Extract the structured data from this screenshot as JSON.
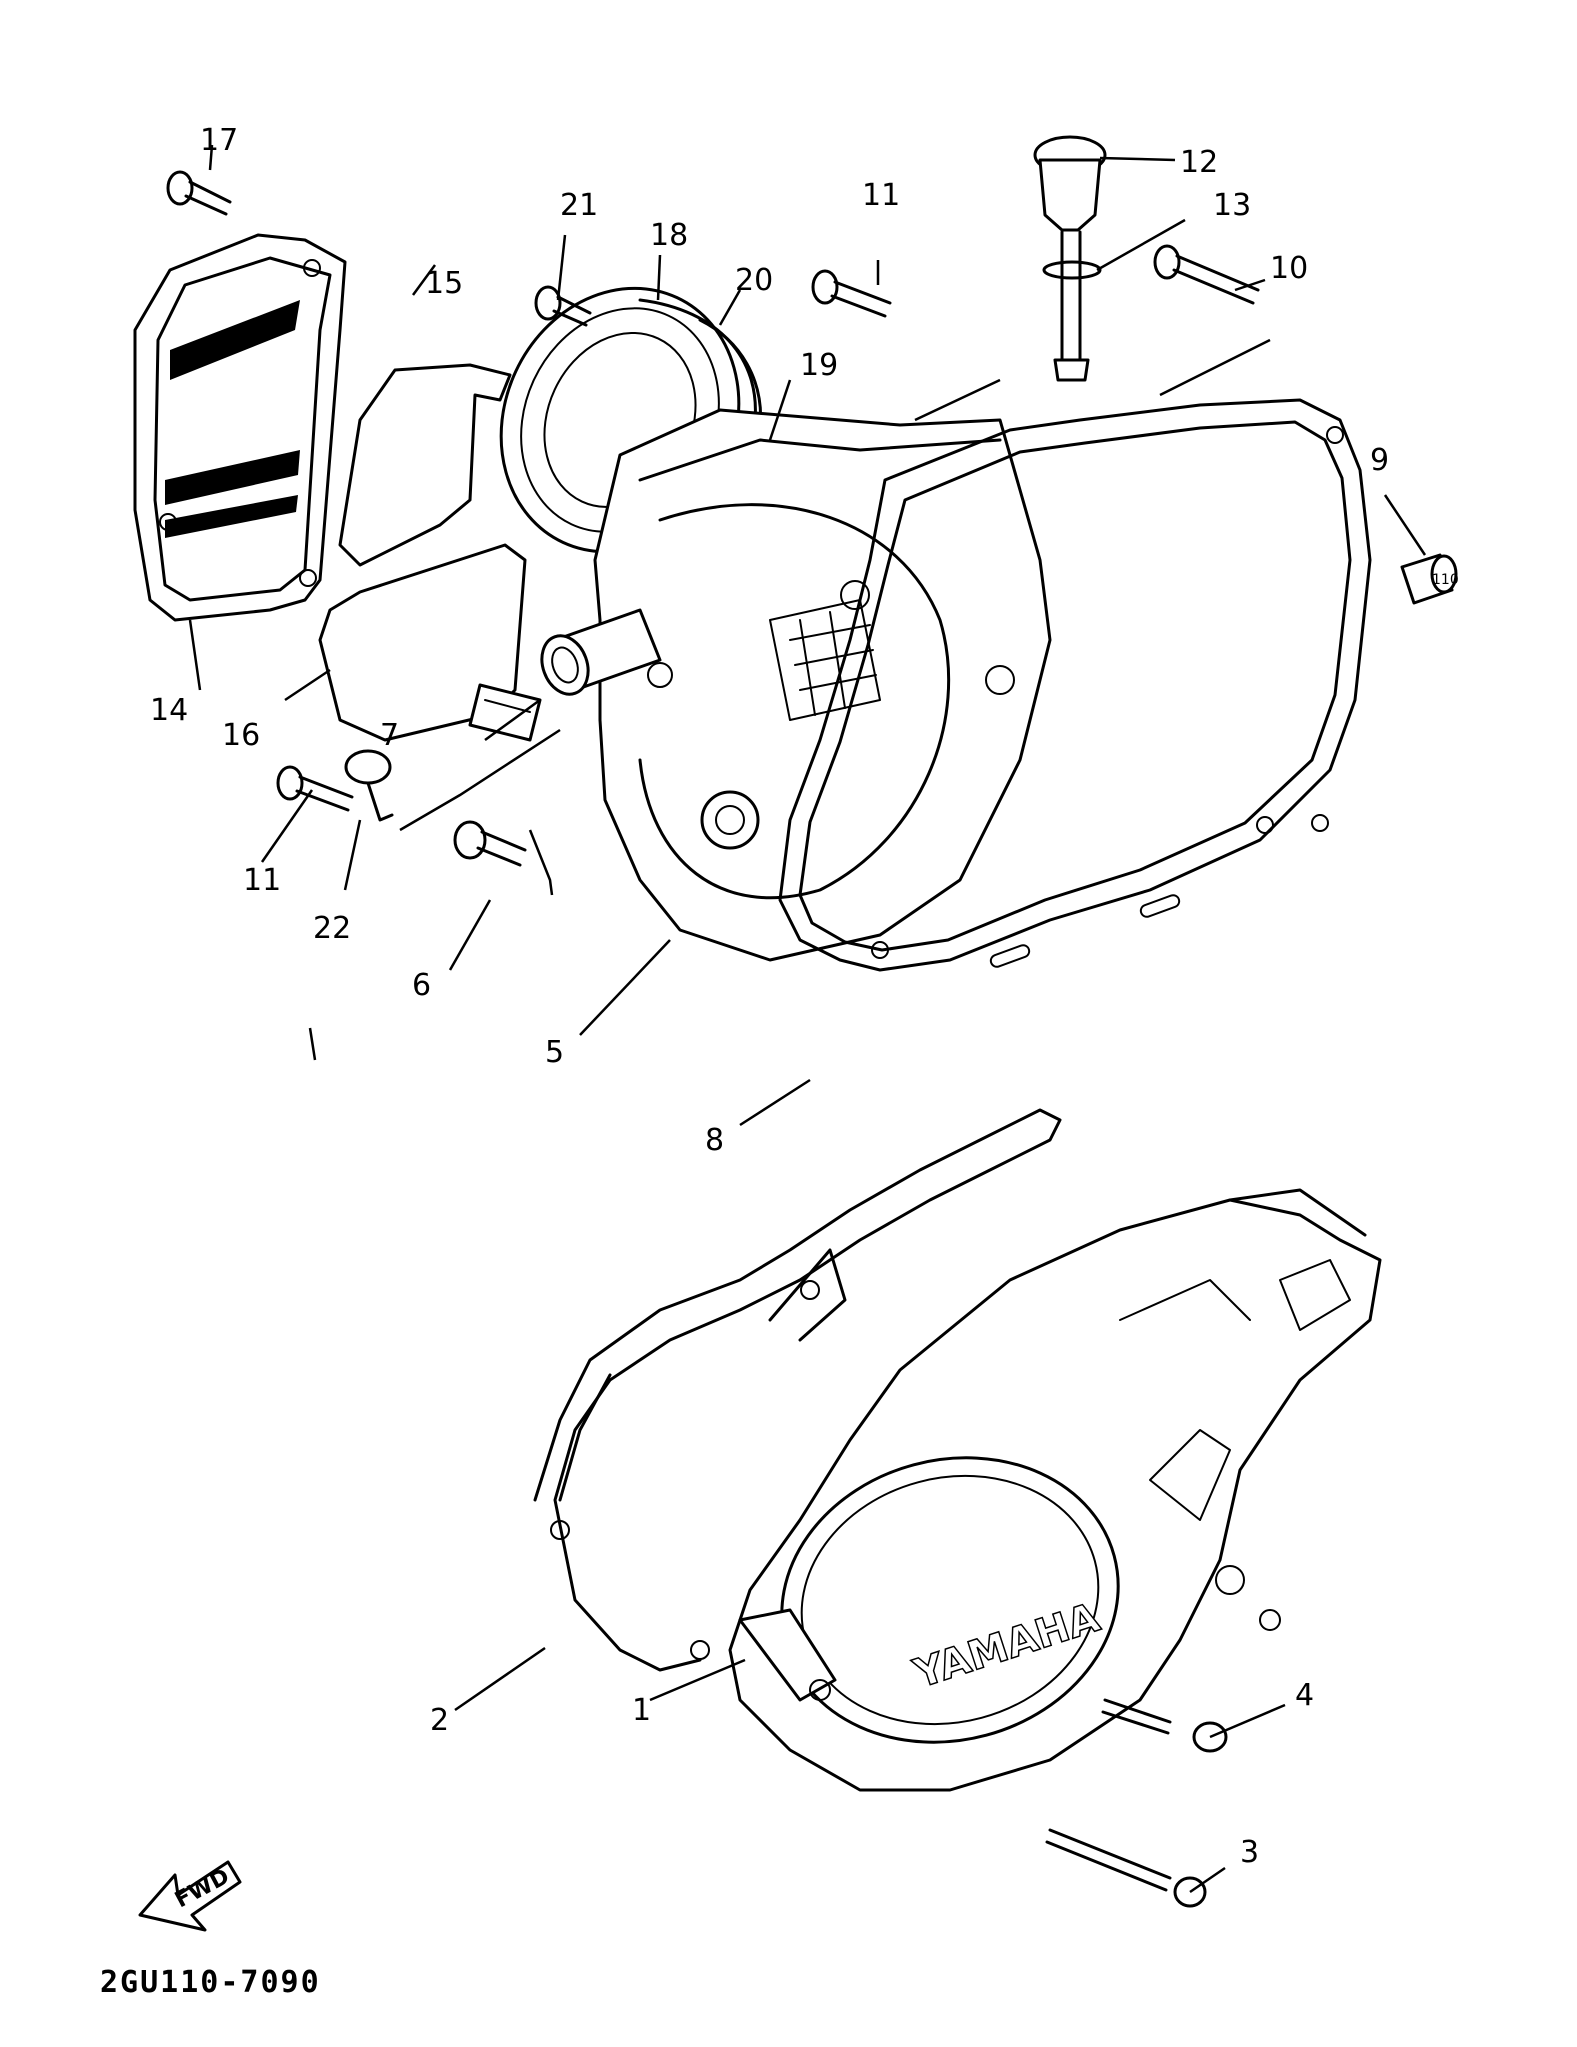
{
  "diagram": {
    "labels": [
      "1",
      "2",
      "3",
      "4",
      "5",
      "6",
      "7",
      "8",
      "9",
      "10",
      "11",
      "12",
      "13",
      "14",
      "15",
      "16",
      "17",
      "18",
      "19",
      "20",
      "21",
      "22",
      "11"
    ],
    "cover_brand": "YAMAHA",
    "fwd_arrow_text": "FWD",
    "plug_text": "110",
    "part_code": "2GU110-7090"
  }
}
